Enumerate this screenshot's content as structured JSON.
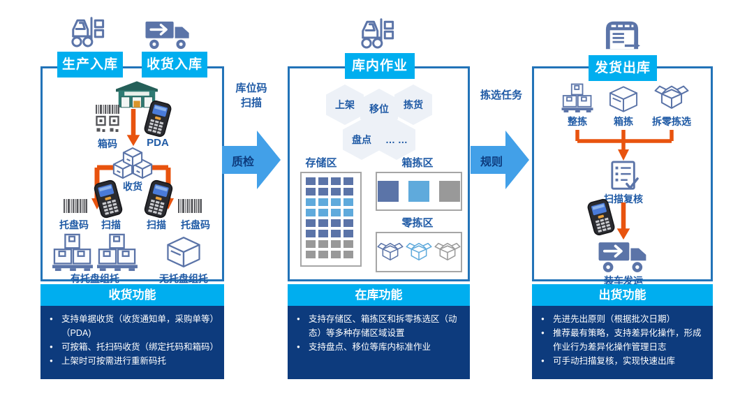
{
  "colors": {
    "accent_cyan": "#00AEEF",
    "navy": "#0D3B7D",
    "panel_border_blue": "#2273B8",
    "flow_arrow_blue": "#42A0E8",
    "orange_arrow": "#E8530E",
    "icon_slate_blue": "#5B74A8",
    "zone_light_blue": "#5FAADC",
    "zone_gray": "#999999",
    "label_blue": "#1F5AA5",
    "warehouse_teal": "#2E7A72"
  },
  "inbound": {
    "tag_production": "生产入库",
    "tag_receiving": "收货入库",
    "labels": {
      "box_code": "箱码",
      "pda": "PDA",
      "receive": "收货",
      "pallet_code_left": "托盘码",
      "scan_left": "扫描",
      "scan_right": "扫描",
      "pallet_code_right": "托盘码",
      "with_pallet": "有托盘组托",
      "without_pallet": "无托盘组托"
    },
    "function": {
      "title": "收货功能",
      "bullets": [
        "支持单据收货（收货通知单，采购单等）（PDA)",
        "可按箱、托扫码收货（绑定托码和箱码）",
        "上架时可按需进行重新码托"
      ]
    }
  },
  "connector1": {
    "label_line1": "库位码",
    "label_line2": "扫描",
    "arrow_label": "质检"
  },
  "in_warehouse": {
    "tag": "库内作业",
    "hexagons": [
      "上架",
      "移位",
      "拣货",
      "盘点",
      "… …"
    ],
    "zones": {
      "storage": "存储区",
      "case_pick": "箱拣区",
      "piece_pick": "零拣区",
      "storage_grid_rows": [
        "slate",
        "slate",
        "light",
        "light",
        "slate",
        "slate",
        "gray",
        "gray"
      ],
      "case_pick_colors": [
        "slate",
        "light",
        "gray"
      ],
      "piece_pick_colors": [
        "slate",
        "light",
        "gray"
      ]
    },
    "function": {
      "title": "在库功能",
      "bullets": [
        "支持存储区、箱拣区和拆零拣选区（动态）等多种存储区域设置",
        "支持盘点、移位等库内标准作业"
      ]
    }
  },
  "connector2": {
    "label": "拣选任务",
    "arrow_label": "规则"
  },
  "outbound": {
    "tag": "发货出库",
    "labels": {
      "full_pallet_pick": "整拣",
      "case_pick": "箱拣",
      "piece_pick": "拆零拣选",
      "scan_review": "扫描复核",
      "load_ship": "装车发运"
    },
    "function": {
      "title": "出货功能",
      "bullets": [
        "先进先出原则（根据批次日期）",
        "推荐最有策略，支持差异化操作，形成作业行为差异化操作管理日志",
        "可手动扫描复核，实现快速出库"
      ]
    }
  }
}
